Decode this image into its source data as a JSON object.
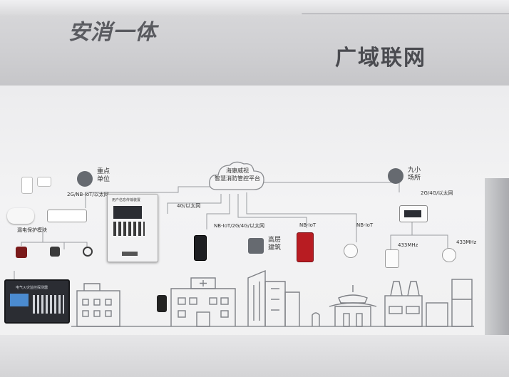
{
  "banner": {
    "slogan": "安消一体",
    "region_title": "广域联网"
  },
  "platform": {
    "line1": "海康威视",
    "line2": "智慧消防管控平台"
  },
  "zones": {
    "key_unit": {
      "line1": "重点",
      "line2": "单位",
      "network": "2G/NB-IoT/以太网"
    },
    "tall_building": {
      "line1": "高层",
      "line2": "建筑"
    },
    "small_venues": {
      "line1": "九小",
      "line2": "场所",
      "network": "2G/4G/以太网"
    }
  },
  "links": {
    "link_4g": "4G/以太网",
    "link_nb_multi": "NB-IoT/2G/4G/以太网",
    "link_nb1": "NB-IoT",
    "link_nb2": "NB-IoT",
    "link_433_a": "433MHz",
    "link_433_b": "433MHz"
  },
  "devices": {
    "fire_panel_title": "用户信息传输装置",
    "electrical_label": "漏电保护模块",
    "control_box_title": "电气火灾监控探测器"
  },
  "colors": {
    "red_device": "#b81c22",
    "icon_gray": "#666a70",
    "line_gray": "#9a9ca0",
    "dark_panel": "#2b2d33"
  }
}
